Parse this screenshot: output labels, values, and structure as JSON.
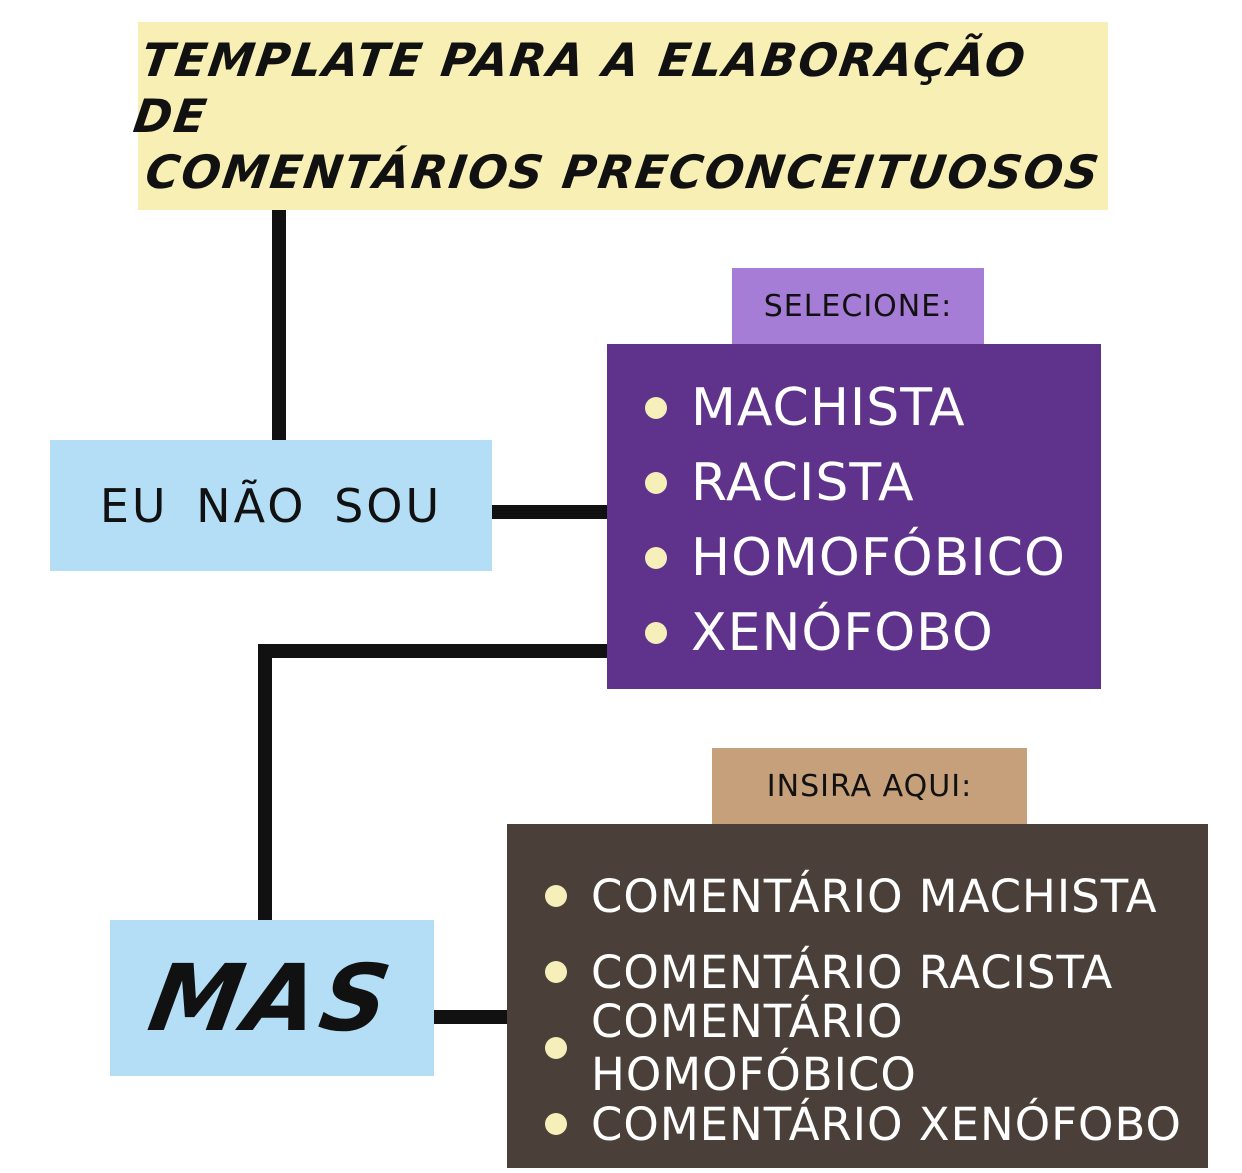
{
  "title": {
    "line1": "TEMPLATE PARA A ELABORAÇÃO DE",
    "line2": "COMENTÁRIOS PRECONCEITUOSOS"
  },
  "eu_nao_sou": "EU NÃO SOU",
  "mas": "MAS",
  "selecione": {
    "label": "SELECIONE:",
    "options": [
      "MACHISTA",
      "RACISTA",
      "HOMOFÓBICO",
      "XENÓFOBO"
    ]
  },
  "insira": {
    "label": "INSIRA AQUI:",
    "options": [
      "COMENTÁRIO MACHISTA",
      "COMENTÁRIO RACISTA",
      "COMENTÁRIO HOMOFÓBICO",
      "COMENTÁRIO XENÓFOBO"
    ]
  },
  "colors": {
    "title_bg": "#f8efb4",
    "blue_box": "#b4def6",
    "purple_tab": "#a67dd6",
    "purple_box": "#5f338b",
    "brown_tab": "#c5a07a",
    "brown_box": "#4b4039",
    "bullet": "#f6efb9",
    "connector": "#111111"
  }
}
